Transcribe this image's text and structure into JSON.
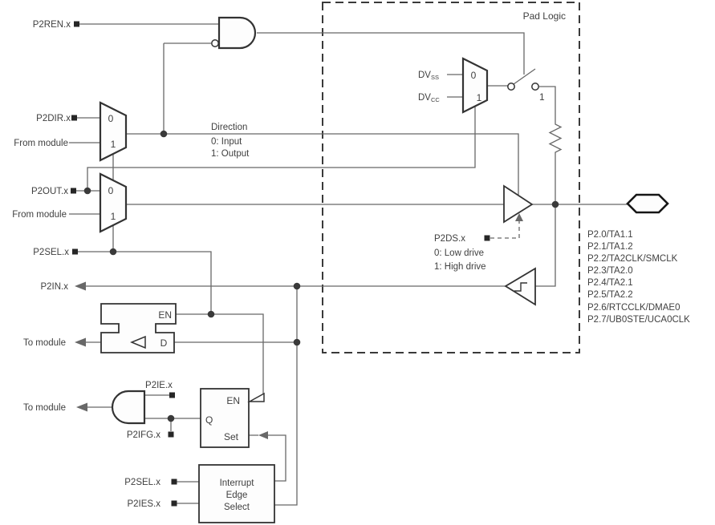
{
  "figure": {
    "pad_logic_label": "Pad Logic",
    "signals": {
      "p2ren": "P2REN.x",
      "p2dir": "P2DIR.x",
      "from_module_dir": "From module",
      "p2out": "P2OUT.x",
      "from_module_out": "From module",
      "p2sel": "P2SEL.x",
      "p2in": "P2IN.x",
      "to_module_latch": "To module",
      "to_module_irq": "To module",
      "p2ie": "P2IE.x",
      "p2ifg": "P2IFG.x",
      "p2sel_edge": "P2SEL.x",
      "p2ies": "P2IES.x",
      "p2ds": "P2DS.x"
    },
    "direction_note": {
      "title": "Direction",
      "line0": "0: Input",
      "line1": "1: Output"
    },
    "drive_note": {
      "line0": "0: Low drive",
      "line1": "1: High drive"
    },
    "mux_dir": {
      "in0": "0",
      "in1": "1"
    },
    "mux_out": {
      "in0": "0",
      "in1": "1"
    },
    "mux_pull": {
      "in0": "0",
      "in1": "1",
      "src0_main": "DV",
      "src0_sub": "SS",
      "src1_main": "DV",
      "src1_sub": "CC"
    },
    "switch": {
      "label": "1"
    },
    "latch": {
      "en": "EN",
      "d": "D"
    },
    "flag": {
      "en": "EN",
      "q": "Q",
      "set": "Set"
    },
    "edge_select": {
      "line0": "Interrupt",
      "line1": "Edge",
      "line2": "Select"
    },
    "pins": [
      "P2.0/TA1.1",
      "P2.1/TA1.2",
      "P2.2/TA2CLK/SMCLK",
      "P2.3/TA2.0",
      "P2.4/TA2.1",
      "P2.5/TA2.2",
      "P2.6/RTCCLK/DMAE0",
      "P2.7/UB0STE/UCA0CLK"
    ],
    "colors": {
      "wire": "#686868",
      "outline": "#333333",
      "text": "#404040",
      "terminal": "#262626",
      "dot": "#3a3a3a",
      "background": "#ffffff"
    }
  }
}
